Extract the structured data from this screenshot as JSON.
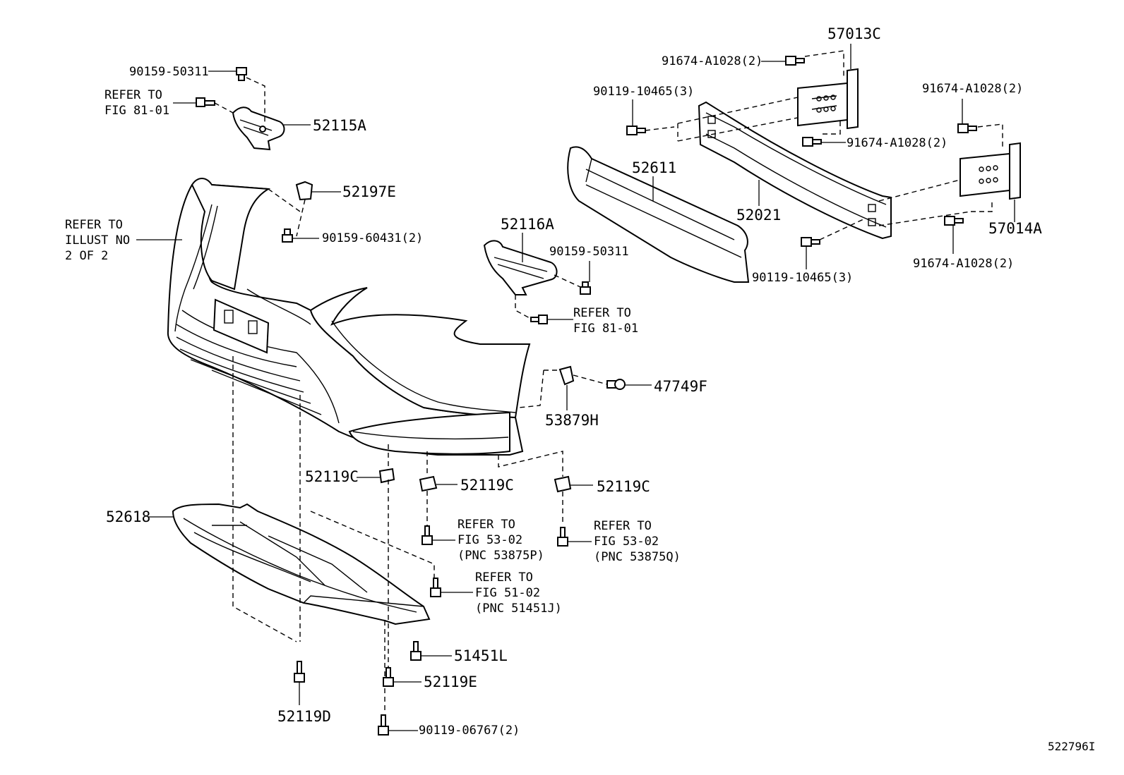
{
  "diagram_id": "522796I",
  "labels": {
    "bolt_90159_50311_top": "90159-50311",
    "refer_81_01_top": "REFER TO\nFIG 81-01",
    "bracket_52115a": "52115A",
    "clip_52197e": "52197E",
    "screw_90159_60431": "90159-60431(2)",
    "refer_illust_2_of_2": "REFER TO\nILLUST NO\n2 OF 2",
    "bracket_52116a": "52116A",
    "bolt_90159_50311_mid": "90159-50311",
    "refer_81_01_mid": "REFER TO\nFIG 81-01",
    "absorber_52611": "52611",
    "reinforcement_52021": "52021",
    "bracket_57013c": "57013C",
    "bracket_57014a": "57014A",
    "bolt_91674_top_left": "91674-A1028(2)",
    "bolt_91674_mid_left": "91674-A1028(2)",
    "bolt_91674_top_right": "91674-A1028(2)",
    "bolt_91674_bottom_right": "91674-A1028(2)",
    "bolt_90119_10465_top": "90119-10465(3)",
    "bolt_90119_10465_bottom": "90119-10465(3)",
    "retainer_47749f": "47749F",
    "bracket_53879h": "53879H",
    "clip_52119c_left": "52119C",
    "clip_52119c_mid": "52119C",
    "clip_52119c_right": "52119C",
    "refer_53_02_p": "REFER TO\nFIG 53-02\n(PNC 53875P)",
    "refer_53_02_q": "REFER TO\nFIG 53-02\n(PNC 53875Q)",
    "refer_51_02": "REFER TO\nFIG 51-02\n(PNC 51451J)",
    "cover_52618": "52618",
    "screw_51451l": "51451L",
    "screw_52119e": "52119E",
    "screw_52119d": "52119D",
    "bolt_90119_06767": "90119-06767(2)"
  }
}
